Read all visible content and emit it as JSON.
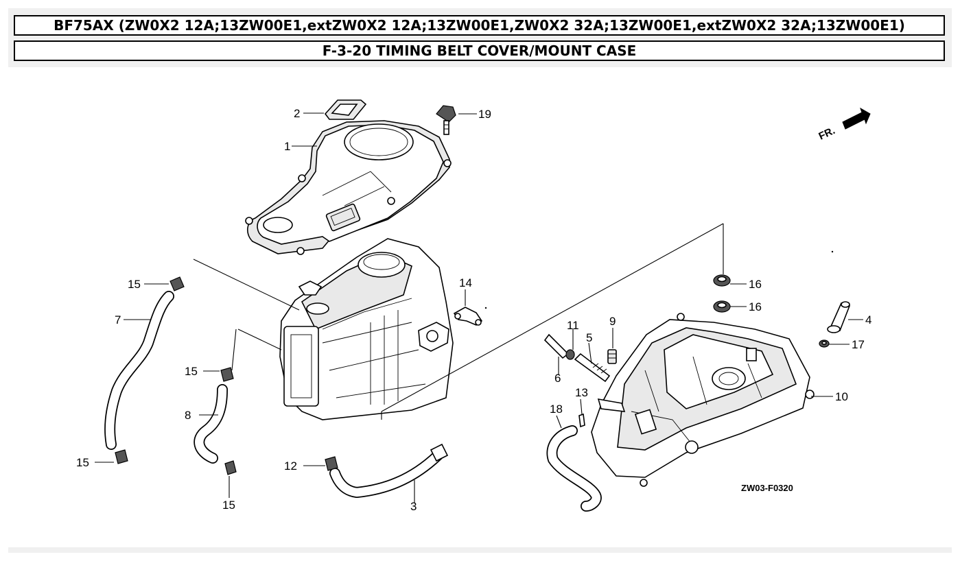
{
  "header": {
    "model_line": "BF75AX (ZW0X2 12A;13ZW00E1,extZW0X2 12A;13ZW00E1,ZW0X2 32A;13ZW00E1,extZW0X2 32A;13ZW00E1)",
    "section_title": "F-3-20 TIMING BELT COVER/MOUNT CASE"
  },
  "diagram": {
    "reference_code": "ZW03-F0320",
    "orientation_label": "FR.",
    "callouts": [
      {
        "id": "c1",
        "label": "1"
      },
      {
        "id": "c2",
        "label": "2"
      },
      {
        "id": "c3",
        "label": "3"
      },
      {
        "id": "c4",
        "label": "4"
      },
      {
        "id": "c5",
        "label": "5"
      },
      {
        "id": "c6",
        "label": "6"
      },
      {
        "id": "c7",
        "label": "7"
      },
      {
        "id": "c8",
        "label": "8"
      },
      {
        "id": "c9",
        "label": "9"
      },
      {
        "id": "c10",
        "label": "10"
      },
      {
        "id": "c11",
        "label": "11"
      },
      {
        "id": "c12",
        "label": "12"
      },
      {
        "id": "c13",
        "label": "13"
      },
      {
        "id": "c14",
        "label": "14"
      },
      {
        "id": "c15a",
        "label": "15"
      },
      {
        "id": "c15b",
        "label": "15"
      },
      {
        "id": "c15c",
        "label": "15"
      },
      {
        "id": "c15d",
        "label": "15"
      },
      {
        "id": "c16a",
        "label": "16"
      },
      {
        "id": "c16b",
        "label": "16"
      },
      {
        "id": "c17",
        "label": "17"
      },
      {
        "id": "c18",
        "label": "18"
      },
      {
        "id": "c19",
        "label": "19"
      }
    ]
  }
}
